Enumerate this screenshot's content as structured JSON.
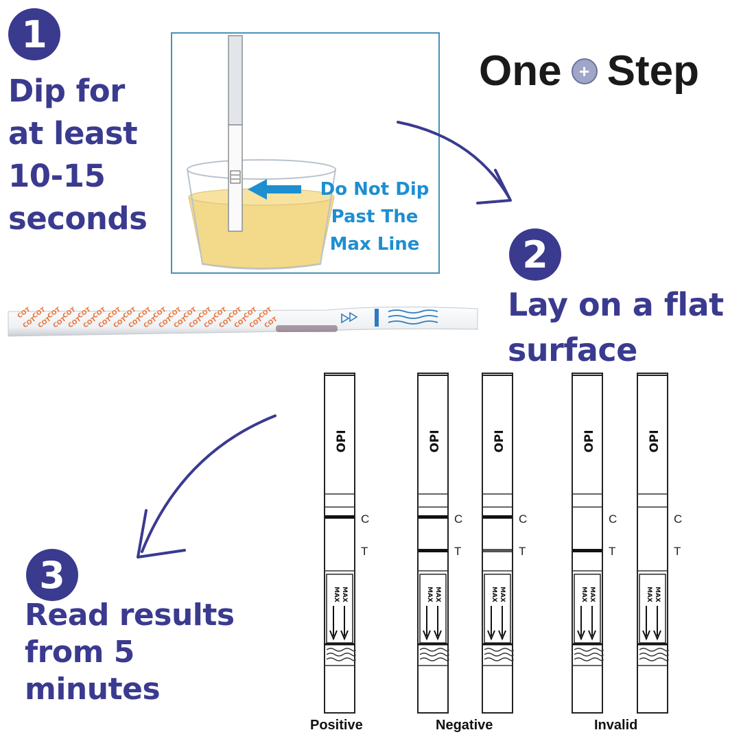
{
  "brand": {
    "left": "One",
    "plus": "+",
    "right": "Step"
  },
  "steps": [
    {
      "number": "1",
      "text": "Dip for\nat least\n10-15\nseconds"
    },
    {
      "number": "2",
      "text": "Lay on a flat\nsurface"
    },
    {
      "number": "3",
      "text": "Read results\nfrom 5\nminutes"
    }
  ],
  "dip_warning": "Do Not Dip\nPast The\nMax Line",
  "strip_text": {
    "drug_code": "COT"
  },
  "cards": {
    "drug_label": "OPI",
    "control_label": "C",
    "test_label": "T",
    "max_label": "MAX"
  },
  "results": [
    {
      "label": "Positive"
    },
    {
      "label": "Negative"
    },
    {
      "label": "Invalid"
    }
  ],
  "colors": {
    "step_purple": "#3a3a8f",
    "warning_blue": "#1d8fd1",
    "urine_yellow": "#f3d98a",
    "strip_orange": "#e8743b"
  }
}
